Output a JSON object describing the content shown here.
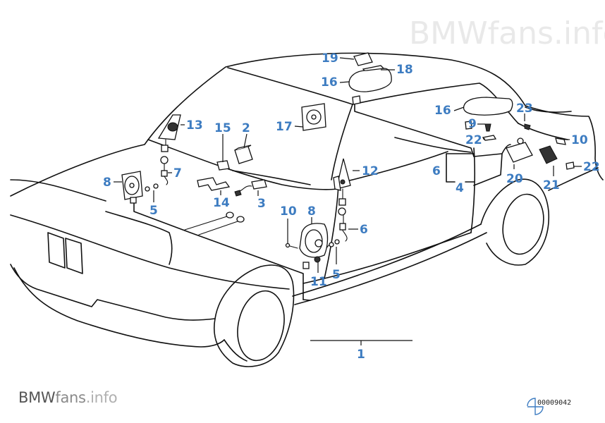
{
  "watermark": {
    "top_text": "BMWfans.info",
    "bottom_brand": "BMW",
    "bottom_fans": "fans",
    "bottom_info": ".info"
  },
  "diagram": {
    "id_number": "00009042",
    "subject": "Car audio / speaker installation, sedan",
    "callout_color": "#3d7cc1",
    "callouts": [
      {
        "key": "c19",
        "label": "19",
        "part": "speaker cover grille"
      },
      {
        "key": "c18",
        "label": "18",
        "part": "speaker grille"
      },
      {
        "key": "c16a",
        "label": "16",
        "part": "rear shelf speaker housing"
      },
      {
        "key": "c16b",
        "label": "16",
        "part": "rear shelf speaker housing"
      },
      {
        "key": "c13",
        "label": "13",
        "part": "tweeter mirror triangle, left"
      },
      {
        "key": "c15",
        "label": "15",
        "part": "connector"
      },
      {
        "key": "c2",
        "label": "2",
        "part": "amplifier module"
      },
      {
        "key": "c17",
        "label": "17",
        "part": "speaker"
      },
      {
        "key": "c8a",
        "label": "8",
        "part": "door speaker, left"
      },
      {
        "key": "c7",
        "label": "7",
        "part": "tweeter wiring"
      },
      {
        "key": "c14",
        "label": "14",
        "part": "bracket"
      },
      {
        "key": "c3",
        "label": "3",
        "part": "wiring plug"
      },
      {
        "key": "c5a",
        "label": "5",
        "part": "speaker wiring"
      },
      {
        "key": "c23",
        "label": "23",
        "part": "screw"
      },
      {
        "key": "c9",
        "label": "9",
        "part": "screw"
      },
      {
        "key": "c22a",
        "label": "22",
        "part": "nut"
      },
      {
        "key": "c10a",
        "label": "10",
        "part": "bolt"
      },
      {
        "key": "c22b",
        "label": "22",
        "part": "nut"
      },
      {
        "key": "c6a",
        "label": "6",
        "part": "wiring"
      },
      {
        "key": "c4",
        "label": "4",
        "part": "wiring harness"
      },
      {
        "key": "c20",
        "label": "20",
        "part": "amplifier"
      },
      {
        "key": "c21",
        "label": "21",
        "part": "bracket"
      },
      {
        "key": "c12",
        "label": "12",
        "part": "tweeter mirror triangle, right"
      },
      {
        "key": "c10b",
        "label": "10",
        "part": "bolt"
      },
      {
        "key": "c8b",
        "label": "8",
        "part": "door speaker, right"
      },
      {
        "key": "c6b",
        "label": "6",
        "part": "tweeter wiring"
      },
      {
        "key": "c11",
        "label": "11",
        "part": "nut"
      },
      {
        "key": "c5b",
        "label": "5",
        "part": "speaker wiring"
      },
      {
        "key": "c1",
        "label": "1",
        "part": "complete set"
      }
    ]
  },
  "labels": {
    "c19": "19",
    "c18": "18",
    "c16a": "16",
    "c16b": "16",
    "c13": "13",
    "c15": "15",
    "c2": "2",
    "c17": "17",
    "c8a": "8",
    "c7": "7",
    "c14": "14",
    "c3": "3",
    "c5a": "5",
    "c23": "23",
    "c9": "9",
    "c22a": "22",
    "c10a": "10",
    "c22b": "22",
    "c6a": "6",
    "c4": "4",
    "c20": "20",
    "c21": "21",
    "c12": "12",
    "c10b": "10",
    "c8b": "8",
    "c6b": "6",
    "c11": "11",
    "c5b": "5",
    "c1": "1"
  }
}
